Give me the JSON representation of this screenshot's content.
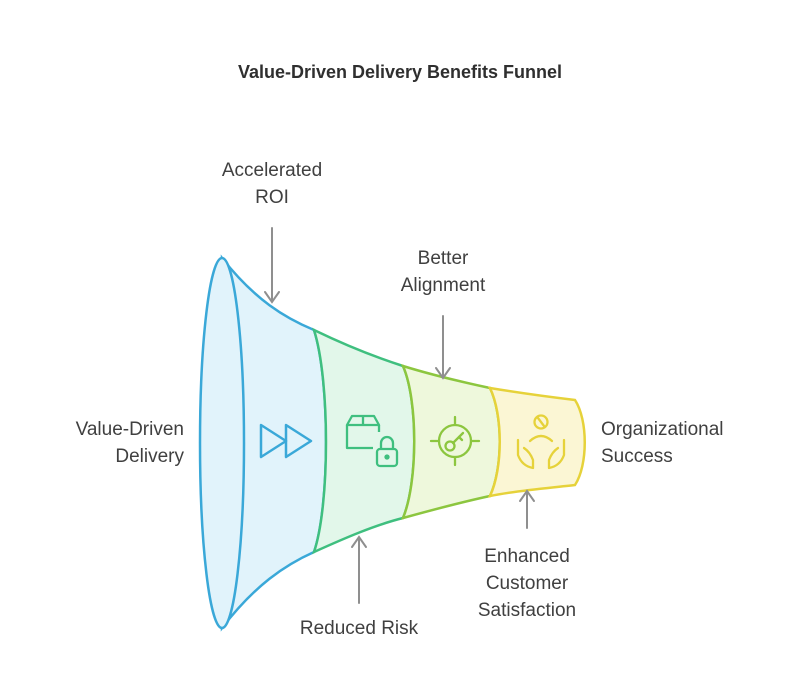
{
  "title": "Value-Driven Delivery Benefits Funnel",
  "labels": {
    "start": [
      "Value-Driven",
      "Delivery"
    ],
    "roi": [
      "Accelerated",
      "ROI"
    ],
    "alignment": [
      "Better",
      "Alignment"
    ],
    "risk": [
      "Reduced Risk"
    ],
    "satisfaction": [
      "Enhanced",
      "Customer",
      "Satisfaction"
    ],
    "end": [
      "Organizational",
      "Success"
    ]
  },
  "stages": [
    {
      "icon": "fast-forward-icon",
      "color": "#3aa8d8",
      "fill": "#e1f3fb"
    },
    {
      "icon": "package-lock-icon",
      "color": "#3fbf7f",
      "fill": "#e2f7ea"
    },
    {
      "icon": "target-key-icon",
      "color": "#8cc63f",
      "fill": "#eef8dc"
    },
    {
      "icon": "hands-person-icon",
      "color": "#e6d23a",
      "fill": "#fbf6d4"
    }
  ],
  "arrow_color": "#8f8f8f"
}
